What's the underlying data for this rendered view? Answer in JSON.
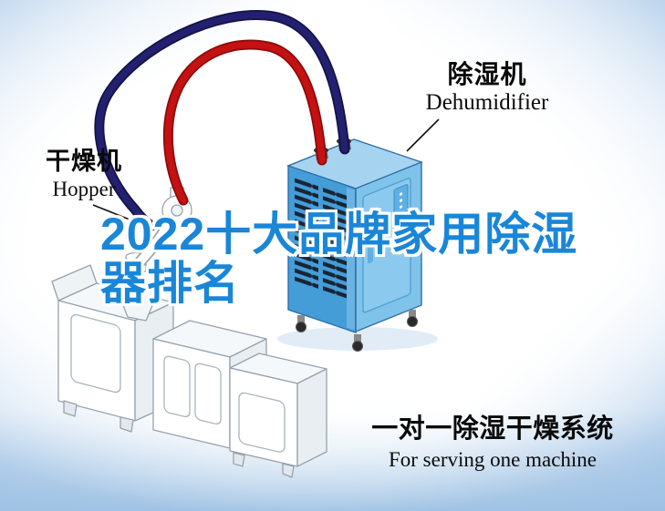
{
  "title": {
    "line1": "2022十大品牌家用除湿",
    "line2": "器排名",
    "color": "#1a86d8"
  },
  "dehumidifier": {
    "label_cn": "除湿机",
    "label_en": "Dehumidifier"
  },
  "hopper": {
    "label_cn": "干燥机",
    "label_en": "Hopper"
  },
  "caption": {
    "cn": "一对一除湿干燥系统",
    "en": "For serving one machine"
  },
  "colors": {
    "hose_red": "#c41111",
    "hose_red_dark": "#8d0a0a",
    "hose_navy": "#232070",
    "hose_navy_dark": "#141247",
    "dehumidifier_body": "#459dd8",
    "dehumidifier_side": "#7fc2ea",
    "dehumidifier_top": "#a6d4f0",
    "background_edge": "#aac8e6",
    "title_blue": "#1a86d8"
  }
}
